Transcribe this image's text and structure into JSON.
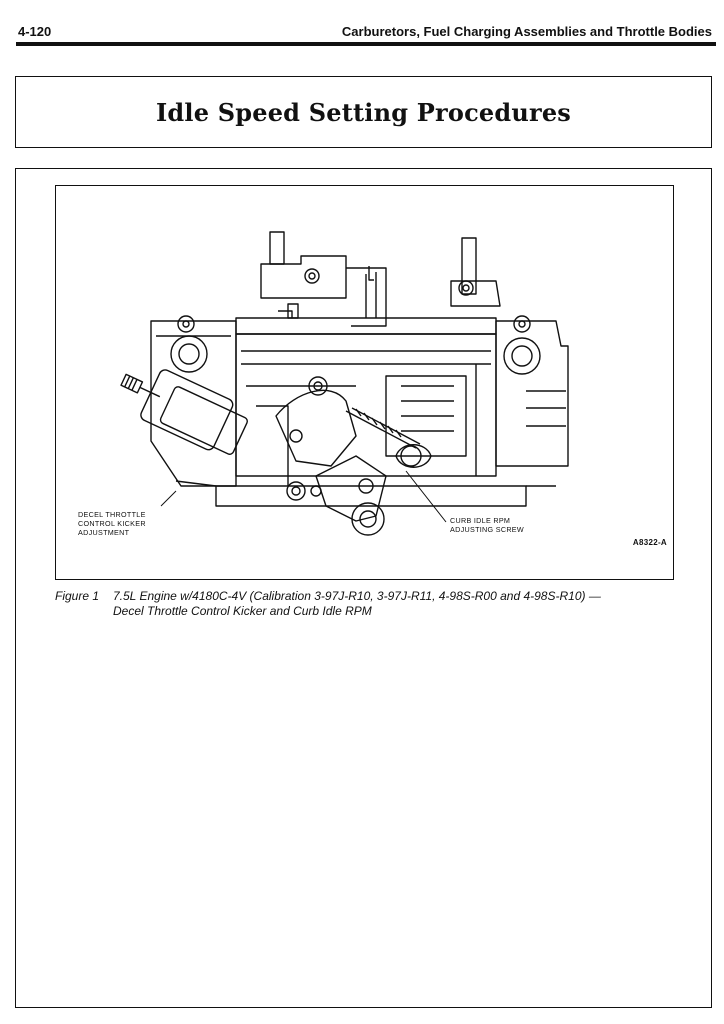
{
  "header": {
    "page_number": "4-120",
    "running_title": "Carburetors, Fuel Charging Assemblies and Throttle Bodies"
  },
  "section": {
    "title": "Idle Speed Setting Procedures"
  },
  "figure": {
    "labels": {
      "decel_line1": "DECEL THROTTLE",
      "decel_line2": "CONTROL KICKER",
      "decel_line3": "ADJUSTMENT",
      "curb_line1": "CURB IDLE RPM",
      "curb_line2": "ADJUSTING SCREW",
      "code": "A8322-A"
    },
    "caption": {
      "number": "Figure 1",
      "line1": "7.5L Engine w/4180C-4V (Calibration 3-97J-R10, 3-97J-R11, 4-98S-R00 and 4-98S-R10) —",
      "line2": "Decel Throttle Control Kicker and Curb Idle RPM"
    }
  }
}
